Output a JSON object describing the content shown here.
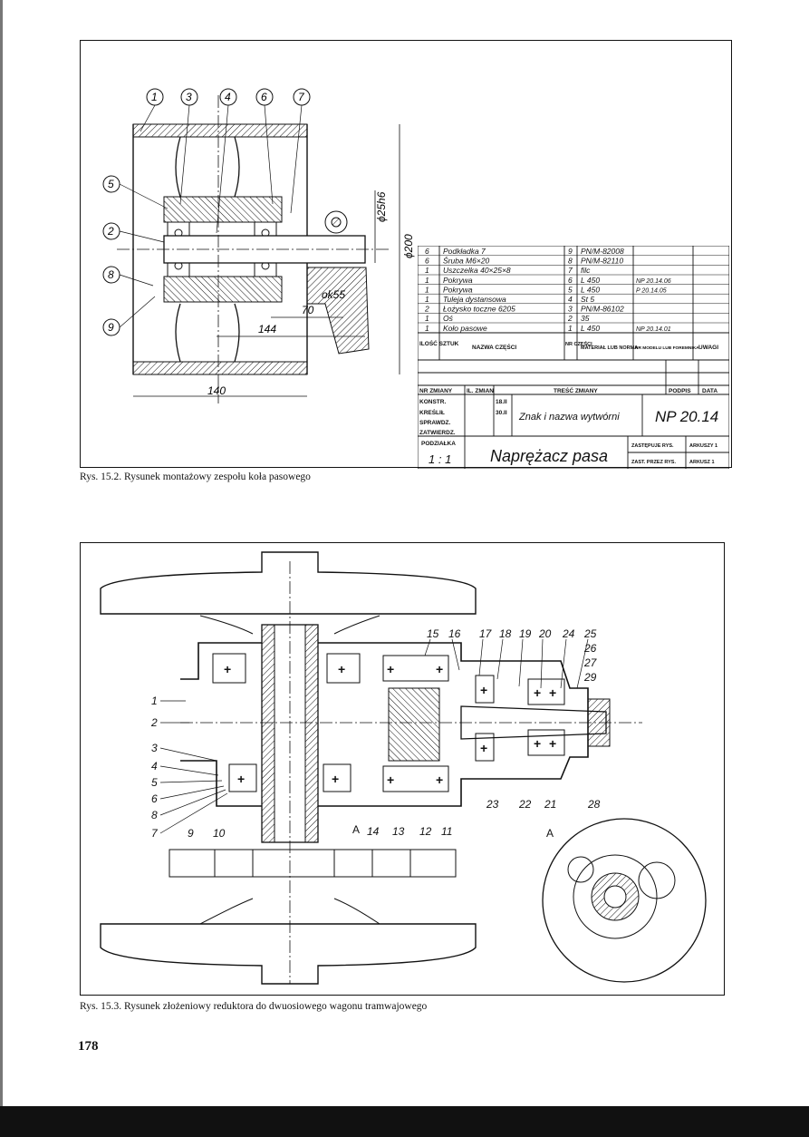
{
  "figure1": {
    "callouts": [
      "1",
      "3",
      "4",
      "6",
      "7",
      "5",
      "2",
      "8",
      "9"
    ],
    "dimensions": {
      "d_shaft": "ϕ25h6",
      "d_wheel": "ϕ200",
      "ok": "ok55",
      "l70": "70",
      "l144": "144",
      "l140": "140"
    },
    "parts_table": {
      "rows": [
        {
          "qty": "6",
          "name": "Podkładka 7",
          "no": "9",
          "material": "PN/M-82008",
          "model": ""
        },
        {
          "qty": "6",
          "name": "Śruba M6×20",
          "no": "8",
          "material": "PN/M-82110",
          "model": ""
        },
        {
          "qty": "1",
          "name": "Uszczelka 40×25×8",
          "no": "7",
          "material": "filc",
          "model": ""
        },
        {
          "qty": "1",
          "name": "Pokrywa",
          "no": "6",
          "material": "L 450",
          "model": "NP 20.14.06"
        },
        {
          "qty": "1",
          "name": "Pokrywa",
          "no": "5",
          "material": "L 450",
          "model": "P 20.14.05"
        },
        {
          "qty": "1",
          "name": "Tuleja dystansowa",
          "no": "4",
          "material": "St 5",
          "model": ""
        },
        {
          "qty": "2",
          "name": "Łożysko toczne 6205",
          "no": "3",
          "material": "PN/M-86102",
          "model": ""
        },
        {
          "qty": "1",
          "name": "Oś",
          "no": "2",
          "material": "35",
          "model": ""
        },
        {
          "qty": "1",
          "name": "Koło pasowe",
          "no": "1",
          "material": "L 450",
          "model": "NP 20.14.01"
        }
      ],
      "headers": {
        "qty": "ILOŚĆ SZTUK",
        "name": "NAZWA CZĘŚCI",
        "no": "NR CZĘŚCI",
        "material": "MATERIAŁ LUB NORMA",
        "model": "NR MODELU LUB FOREMNIKA",
        "notes": "UWAGI"
      }
    },
    "title_block": {
      "change_headers": {
        "nr": "NR ZMIANY",
        "count": "IL. ZMIAN",
        "content": "TREŚĆ ZMIANY",
        "sign": "PODPIS",
        "date": "DATA"
      },
      "roles": [
        "KONSTR.",
        "KREŚLIŁ",
        "SPRAWDZ.",
        "ZATWIERDZ."
      ],
      "dates": [
        "18.II",
        "30.II"
      ],
      "maker": "Znak i nazwa wytwórni",
      "drawing_no": "NP 20.14",
      "scale_label": "PODZIAŁKA",
      "scale": "1 : 1",
      "title": "Naprężacz pasa",
      "replaces": "ZASTĘPUJE RYS.",
      "replaced_by": "ZAST. PRZEZ RYS.",
      "sheets1": "ARKUSZY 1",
      "sheets2": "ARKUSZ 1"
    }
  },
  "caption1": "Rys. 15.2. Rysunek montażowy zespołu koła pasowego",
  "figure2": {
    "left_callouts": [
      "1",
      "2",
      "3",
      "4",
      "5",
      "6",
      "8",
      "7"
    ],
    "bottom_callouts": [
      "9",
      "10",
      "14",
      "13",
      "12",
      "11",
      "23",
      "22",
      "21",
      "28"
    ],
    "top_callouts": [
      "15",
      "16",
      "17",
      "18",
      "19",
      "20",
      "24",
      "25",
      "26",
      "27",
      "29"
    ],
    "view_label": "A",
    "section_label": "A"
  },
  "caption2": "Rys. 15.3. Rysunek złożeniowy reduktora do dwuosiowego wagonu tramwajowego",
  "page_number": "178"
}
